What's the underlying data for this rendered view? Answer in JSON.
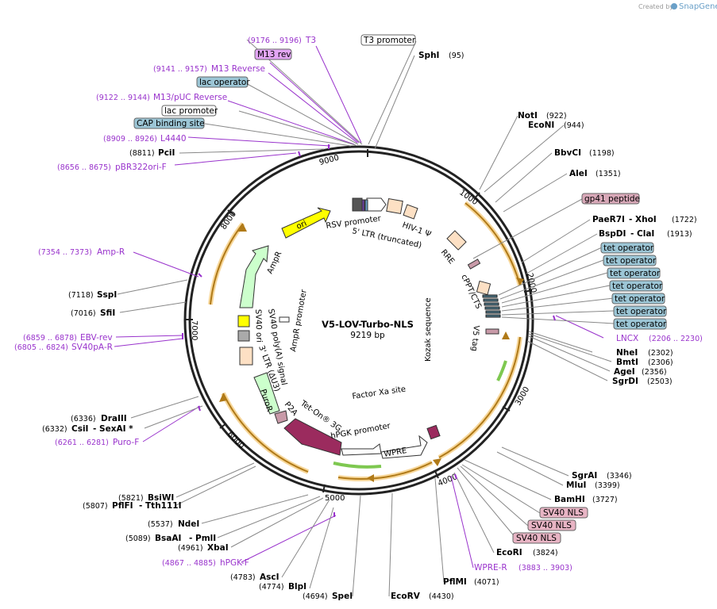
{
  "credit": {
    "prefix": "Created by",
    "brand": "SnapGene"
  },
  "plasmid": {
    "name": "V5-LOV-Turbo-NLS",
    "size": "9219 bp"
  },
  "ticks": [
    "1000",
    "2000",
    "3000",
    "4000",
    "5000",
    "6000",
    "7000",
    "8000",
    "9000"
  ],
  "top_labels": {
    "t3_pos": "(9176 .. 9196)",
    "t3": "T3",
    "t3_promoter": "T3 promoter",
    "m13rev": "M13 rev",
    "m13r_pos": "(9141 .. 9157)",
    "m13r": "M13 Reverse",
    "lac_operator": "lac operator",
    "m13puc_pos": "(9122 .. 9144)",
    "m13puc": "M13/pUC Reverse",
    "lac_promoter": "lac promoter",
    "cap": "CAP binding site",
    "l4440_pos": "(8909 .. 8926)",
    "l4440": "L4440",
    "pcii_pos": "(8811)",
    "pcii": "PciI",
    "pbr_pos": "(8656 .. 8675)",
    "pbr": "pBR322ori-F",
    "sphi": "SphI",
    "sphi_pos": "(95)"
  },
  "right_labels": {
    "noti": "NotI",
    "noti_pos": "(922)",
    "econi": "EcoNI",
    "econi_pos": "(944)",
    "bbvci": "BbvCI",
    "bbvci_pos": "(1198)",
    "alei": "AleI",
    "alei_pos": "(1351)",
    "gp41": "gp41 peptide",
    "paer7i": "PaeR7I",
    "xhoi": "- XhoI",
    "xhoi_pos": "(1722)",
    "bspdi": "BspDI",
    "clai": "- ClaI",
    "clai_pos": "(1913)",
    "tet": [
      "tet operator",
      "tet operator",
      "tet operator",
      "tet operator",
      "tet operator",
      "tet operator",
      "tet operator"
    ],
    "lncx": "LNCX",
    "lncx_pos": "(2206 .. 2230)",
    "nhei": "NheI",
    "nhei_pos": "(2302)",
    "bmti": "BmtI",
    "bmti_pos": "(2306)",
    "agei": "AgeI",
    "agei_pos": "(2356)",
    "sgrdi": "SgrDI",
    "sgrdi_pos": "(2503)",
    "sgrai": "SgrAI",
    "sgrai_pos": "(3346)",
    "mlui": "MluI",
    "mlui_pos": "(3399)",
    "bamhi": "BamHI",
    "bamhi_pos": "(3727)",
    "sv40nls": [
      "SV40 NLS",
      "SV40 NLS",
      "SV40 NLS"
    ],
    "ecori": "EcoRI",
    "ecori_pos": "(3824)",
    "wpre_r": "WPRE-R",
    "wpre_r_pos": "(3883 .. 3903)",
    "pflmi": "PflMI",
    "pflmi_pos": "(4071)",
    "ecorv": "EcoRV",
    "ecorv_pos": "(4430)"
  },
  "left_labels": {
    "ampr_pos": "(7354 .. 7373)",
    "ampr": "Amp-R",
    "sspi_pos": "(7118)",
    "sspi": "SspI",
    "sfii_pos": "(7016)",
    "sfii": "SfiI",
    "ebv_pos": "(6859 .. 6878)",
    "ebv": "EBV-rev",
    "sv40pa_pos": "(6805 .. 6824)",
    "sv40pa": "SV40pA-R",
    "draiii_pos": "(6336)",
    "draiii": "DraIII",
    "csii_pos": "(6332)",
    "csii": "CsiI",
    "sexai": "- SexAI *",
    "purof_pos": "(6261 .. 6281)",
    "purof": "Puro-F",
    "bsiwi_pos": "(5821)",
    "bsiwi": "BsiWI",
    "pflfi_pos": "(5807)",
    "pflfi": "PflFI",
    "tth": "- Tth111I",
    "ndei_pos": "(5537)",
    "ndei": "NdeI",
    "bsaai_pos": "(5089)",
    "bsaai": "BsaAI",
    "pmli": "- PmlI",
    "xbai_pos": "(4961)",
    "xbai": "XbaI",
    "hpgkf_pos": "(4867 .. 4885)",
    "hpgkf": "hPGK-F",
    "asci_pos": "(4783)",
    "asci": "AscI",
    "blpi_pos": "(4774)",
    "blpi": "BlpI",
    "spei_pos": "(4694)",
    "spei": "SpeI"
  },
  "inner_labels": {
    "rsv": "RSV promoter",
    "ltr5": "5' LTR (truncated)",
    "hiv": "HIV-1 Ψ",
    "rre": "RRE",
    "cppt": "cPPT/CTS",
    "kozak": "Kozak sequence",
    "v5": "V5 tag",
    "factorxa": "Factor Xa site",
    "teton": "Tet-On® 3G",
    "hpgk": "hPGK promoter",
    "wpre": "WPRE",
    "p2a": "P2A",
    "puror": "PuroR",
    "ltr3": "3' LTR (ΔU3)",
    "sv40polya": "SV40 poly(A) signal",
    "sv40ori": "SV40 ori",
    "ampr_promoter": "AmpR promoter",
    "ampr_feat": "AmpR",
    "ori": "ori"
  }
}
